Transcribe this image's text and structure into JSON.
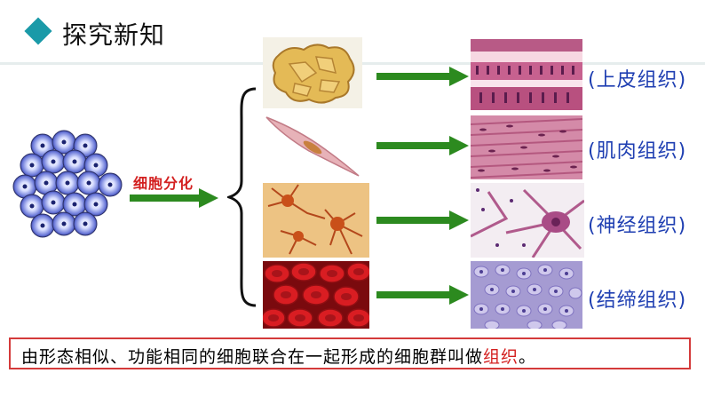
{
  "header": {
    "title": "探究新知"
  },
  "process": {
    "label": "细胞分化"
  },
  "tissues": [
    {
      "label": "(上皮组织)"
    },
    {
      "label": "(肌肉组织)"
    },
    {
      "label": "(神经组织)"
    },
    {
      "label": "(结缔组织)"
    }
  ],
  "definition": {
    "text": "由形态相似、功能相同的细胞联合在一起形成的细胞群叫做",
    "keyword": "组织",
    "end": "。"
  },
  "colors": {
    "accent": "#1a9aa8",
    "arrow": "#2c8a1f",
    "label_blue": "#1f3fb2",
    "highlight_red": "#d32020"
  }
}
